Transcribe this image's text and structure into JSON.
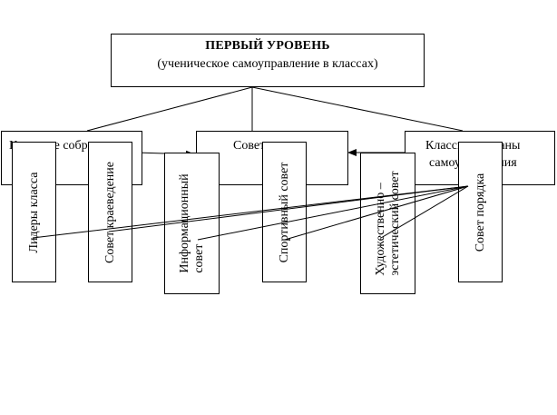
{
  "top": {
    "title": "ПЕРВЫЙ УРОВЕНЬ",
    "subtitle": "(ученическое самоуправление в классах)"
  },
  "level2": [
    {
      "id": "class-meeting",
      "label": "Классное собрание"
    },
    {
      "id": "class-council",
      "label": "Совет класса"
    },
    {
      "id": "class-organs",
      "line1": "Классные органы",
      "line2": "самоуправления"
    }
  ],
  "councils": [
    {
      "id": "leaders",
      "line1": "Лидеры  класса"
    },
    {
      "id": "local-history",
      "line1": "Совет краеведение"
    },
    {
      "id": "information",
      "line1": "Информационный",
      "line2": "совет"
    },
    {
      "id": "sport",
      "line1": "Спортивный совет"
    },
    {
      "id": "arts",
      "line1": "Художественно –",
      "line2": "эстетический совет"
    },
    {
      "id": "order",
      "line1": "Совет  порядка"
    }
  ],
  "colors": {
    "line": "#000000",
    "box_border": "#000000",
    "background": "#ffffff"
  }
}
